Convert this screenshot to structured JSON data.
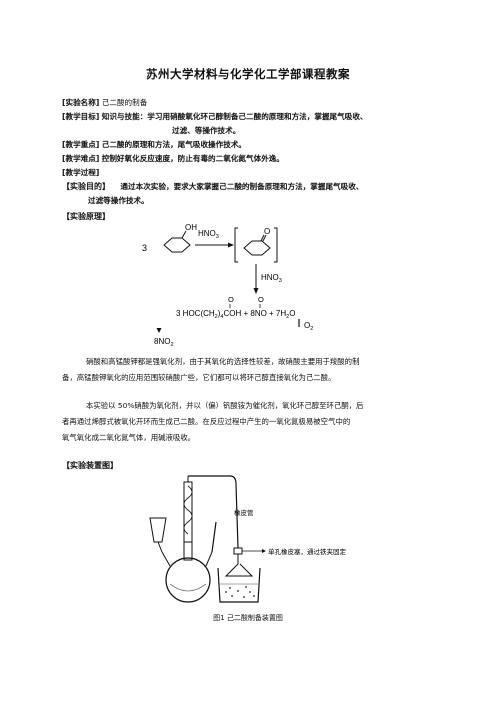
{
  "title": "苏州大学材料与化学化工学部课程教案",
  "meta": {
    "name_label": "[实验名称]",
    "name_value": "己二酸的制备",
    "goal_label": "[教学目标]",
    "goal_value_1": "知识与技能：学习用硝酸氧化环己醇制备己二酸的原理和方法，掌握尾气吸收、",
    "goal_value_2": "过滤、等操作技术。",
    "key_label": "[教学重点]",
    "key_value": "己二酸的原理和方法，尾气吸收操作技术。",
    "diff_label": "[教学难点]",
    "diff_value": "控制好氧化反应速度，防止有毒的二氧化氮气体外逸。",
    "process_label": "[教学过程]"
  },
  "purpose": {
    "label": "【实验目的】",
    "text_1": "通过本次实验，要求大家掌握己二酸的制备原理和方法，掌握尾气吸收、",
    "text_2": "过滤等操作技术。"
  },
  "principle": {
    "label": "【实验原理】",
    "coef": "3",
    "oh": "OH",
    "reagent_1": "HNO",
    "reagent_1_sub": "3",
    "ketone_o": "O",
    "reagent_2": "HNO",
    "reagent_2_sub": "3",
    "product_o1": "O",
    "product_o2": "O",
    "product_eq_a": "3 HOC(CH",
    "product_eq_sub1": "2",
    "product_eq_b": ")",
    "product_eq_sub2": "4",
    "product_eq_c": "COH  +  8NO  +  7H",
    "product_eq_sub3": "2",
    "product_eq_d": "O",
    "o2": "O",
    "o2_sub": "2",
    "no2": "8NO",
    "no2_sub": "2",
    "para1_1": "硝酸和高锰酸钾都是强氧化剂，由于其氧化的选择性较差，故硝酸主要用于羧酸的制",
    "para1_2": "备，高锰酸钾氧化的应用范围较硝酸广些，它们都可以将环己醇直接氧化为己二酸。",
    "para2_1": "本实验以 50%硝酸为氧化剂，并以（偏）钒酸铵为催化剂，氧化环己醇至环己酮，后",
    "para2_2": "者再通过烯醇式被氧化开环而生成己二酸。在反应过程中产生的一氧化氮极易被空气中的",
    "para2_3": "氧气氧化成二氧化氮气体，用碱液吸收。"
  },
  "apparatus": {
    "label": "【实验装置图】",
    "tube_label": "橡皮管",
    "stopper_label": "单孔橡皮塞，通过铁夹固定",
    "caption": "图1 己二酸制备装置图"
  }
}
